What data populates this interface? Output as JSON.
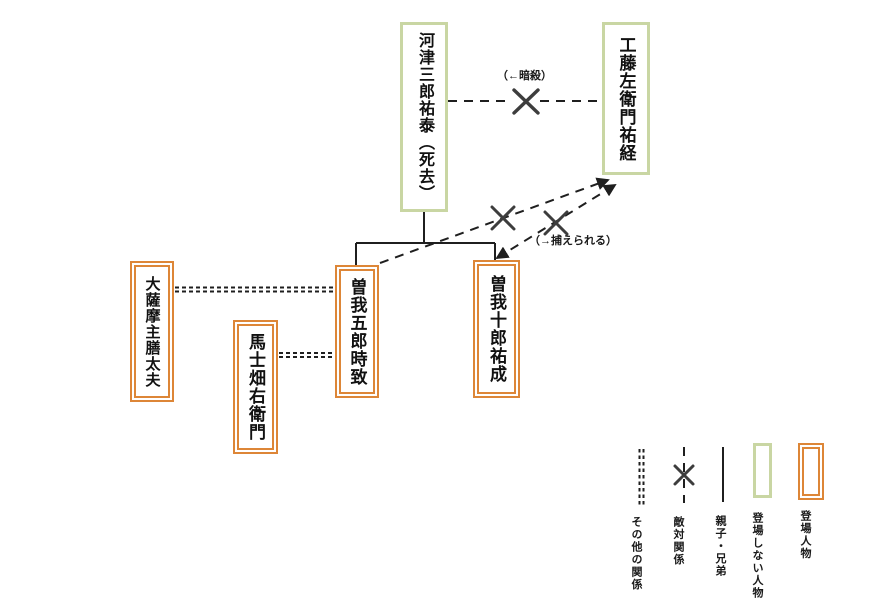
{
  "nodes": {
    "kawazu": {
      "label": "河津三郎祐泰（死去）",
      "type": "absent"
    },
    "kudo": {
      "label": "工藤左衛門祐経",
      "type": "absent"
    },
    "goro": {
      "label": "曽我五郎時致",
      "type": "present"
    },
    "juro": {
      "label": "曽我十郎祐成",
      "type": "present"
    },
    "osatsuma": {
      "label": "大薩摩主膳太夫",
      "type": "present"
    },
    "mago": {
      "label": "馬士畑右衛門",
      "type": "present"
    }
  },
  "annotations": {
    "assassination": "（←暗殺）",
    "captured": "（→捕えられる）"
  },
  "legend": {
    "other": {
      "label": "その他の関係",
      "symbol": "double-dotted-line"
    },
    "hostile": {
      "label": "敵対関係",
      "symbol": "dashed-line-with-x"
    },
    "family": {
      "label": "親子・兄弟",
      "symbol": "solid-line"
    },
    "absent": {
      "label": "登場しない人物",
      "symbol": "green-box"
    },
    "present": {
      "label": "登場人物",
      "symbol": "orange-double-box"
    }
  },
  "colors": {
    "absent_border": "#c9d6a3",
    "present_border": "#dd8637",
    "line": "#1f1f1f",
    "x_mark": "#3d3d3d"
  }
}
